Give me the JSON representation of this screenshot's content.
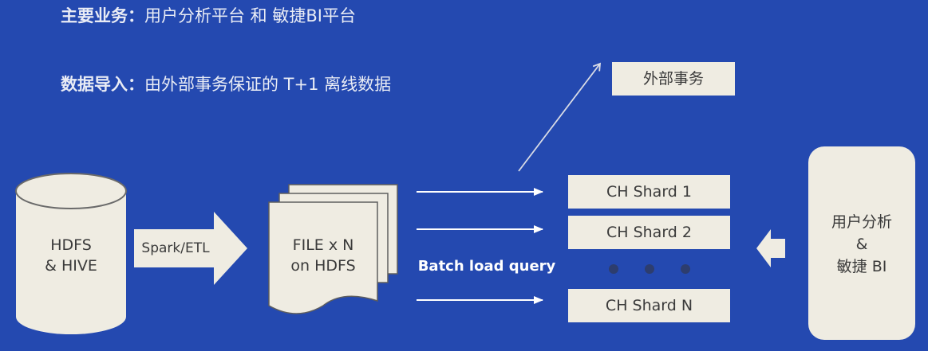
{
  "header": {
    "business_label": "主要业务：",
    "business_value": "用户分析平台 和 敏捷BI平台",
    "import_label": "数据导入：",
    "import_value": "由外部事务保证的 T+1 离线数据"
  },
  "nodes": {
    "hdfs_line1": "HDFS",
    "hdfs_line2": "& HIVE",
    "spark": "Spark/ETL",
    "file_line1": "FILE x N",
    "file_line2": "on HDFS",
    "batch": "Batch load query",
    "external": "外部事务",
    "shards": [
      "CH Shard 1",
      "CH Shard 2",
      "CH Shard N"
    ],
    "client_line1": "用户分析",
    "client_line2": "&",
    "client_line3": "敏捷 BI"
  },
  "colors": {
    "background": "#2449b0",
    "box": "#efece2",
    "text_light": "#e9ecf5"
  }
}
